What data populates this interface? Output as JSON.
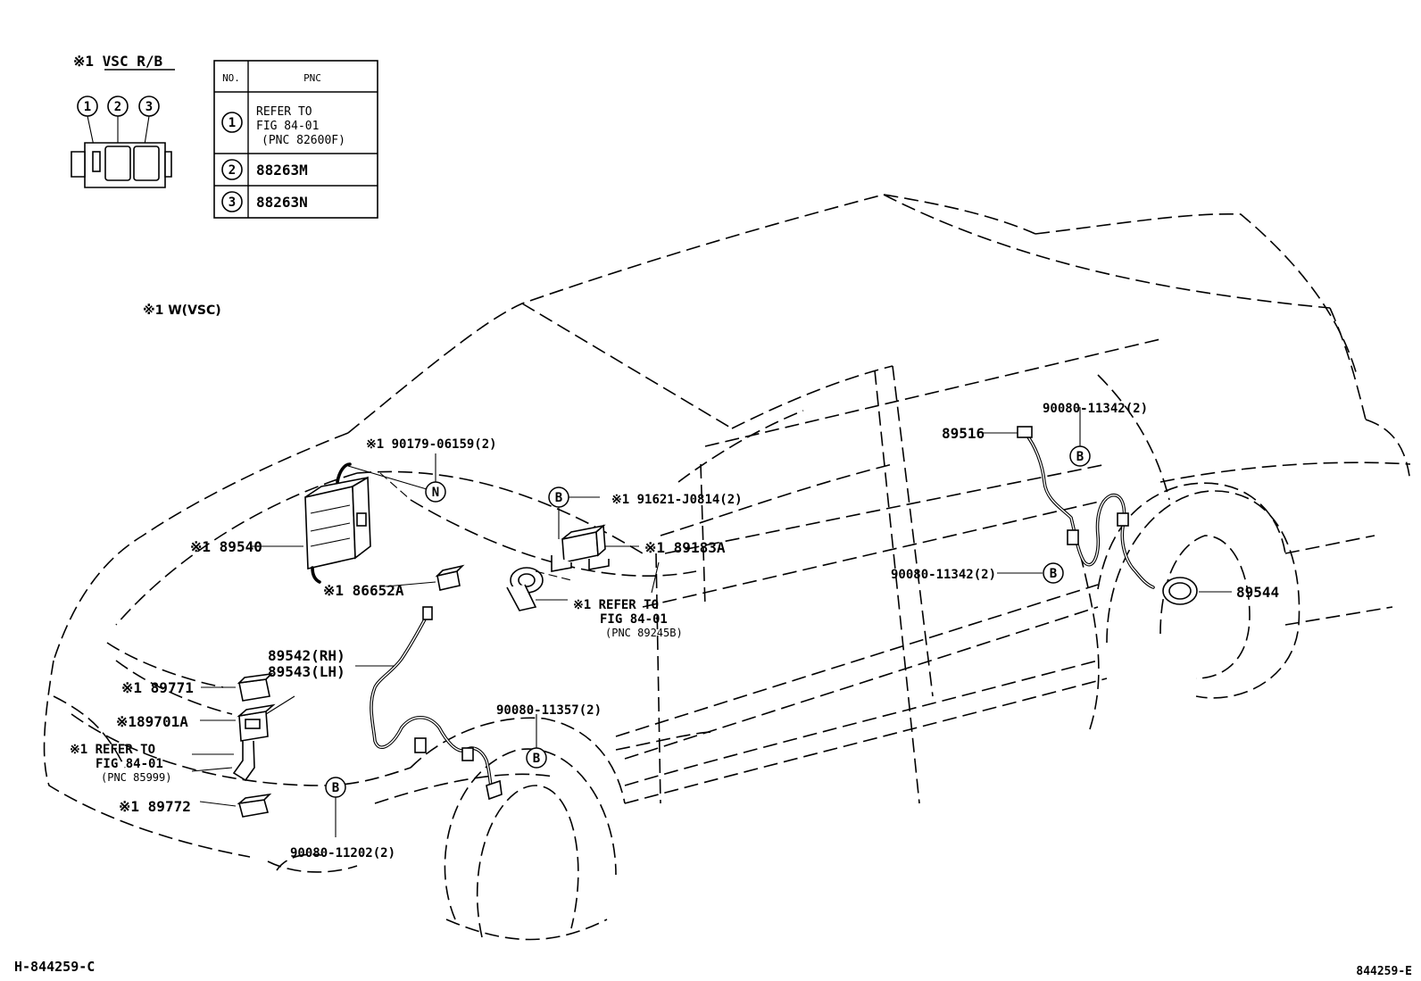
{
  "relay_box": {
    "title": "※1 VSC R/B",
    "slots": [
      "1",
      "2",
      "3"
    ]
  },
  "pnc_table": {
    "headers": [
      "NO.",
      "PNC"
    ],
    "rows": [
      {
        "no": "1",
        "pnc": [
          "REFER TO",
          "FIG 84-01",
          "(PNC 82600F)"
        ]
      },
      {
        "no": "2",
        "pnc": [
          "88263M"
        ]
      },
      {
        "no": "3",
        "pnc": [
          "88263N"
        ]
      }
    ]
  },
  "note": "※1 W(VSC)",
  "callouts": {
    "p90179": "※1  90179-06159(2)",
    "p89540": "※1  89540",
    "p86652": "※1 86652A",
    "p91621": "※1  91621-J0814(2)",
    "p89183": "※1 89183A",
    "refer_center": [
      "※1 REFER TO",
      "FIG 84-01",
      "(PNC 89245B)"
    ],
    "p89542": "89542(RH)",
    "p89543": "89543(LH)",
    "p89771": "※1 89771",
    "p89701": "※189701A",
    "refer_left": [
      "※1 REFER TO",
      "FIG 84-01",
      "(PNC 85999)"
    ],
    "p89772": "※1 89772",
    "p90080_11357": "90080-11357(2)",
    "p90080_11202": "90080-11202(2)",
    "p90080_11342_top": "90080-11342(2)",
    "p90080_11342_mid": "90080-11342(2)",
    "p89516": "89516",
    "p89544": "89544"
  },
  "markers": {
    "n": "N",
    "b": "B"
  },
  "footer": {
    "left": "H-844259-C",
    "right": "844259-E"
  }
}
